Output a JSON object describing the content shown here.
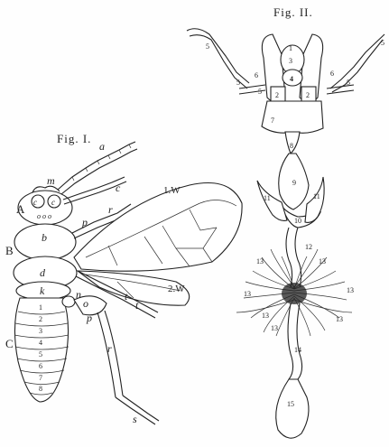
{
  "fig1": {
    "title": "Fig. I.",
    "labels": {
      "a": "a",
      "c": "c",
      "m": "m",
      "A": "A",
      "c1": "c",
      "c2": "c",
      "ocelli": "o o o",
      "b": "b",
      "B": "B",
      "d": "d",
      "k": "k",
      "C": "C",
      "n": "n",
      "o": "o",
      "p": "p",
      "r": "r",
      "s": "s",
      "p2": "p",
      "r2": "r",
      "t": "t",
      "t2": "t",
      "w1": "1.W",
      "w2": "2.W",
      "seg1": "1",
      "seg2": "2",
      "seg3": "3",
      "seg4": "4",
      "seg5": "5",
      "seg6": "6",
      "seg7": "7",
      "seg8": "8"
    }
  },
  "fig2": {
    "title": "Fig. II.",
    "labels": {
      "n1": "1",
      "n2a": "2",
      "n2b": "2",
      "n3": "3",
      "n4": "4",
      "n5a": "5",
      "n5b": "5",
      "n5c": "5",
      "n5d": "5",
      "n5e": "5",
      "n6a": "6",
      "n6b": "6",
      "n7": "7",
      "n8": "8",
      "n9": "9",
      "n10": "10",
      "n11a": "11",
      "n11b": "11",
      "n12": "12",
      "n13a": "13",
      "n13b": "13",
      "n13c": "13",
      "n13d": "13",
      "n13e": "13",
      "n13f": "13",
      "n13g": "13",
      "n14": "14",
      "n15": "15"
    }
  }
}
